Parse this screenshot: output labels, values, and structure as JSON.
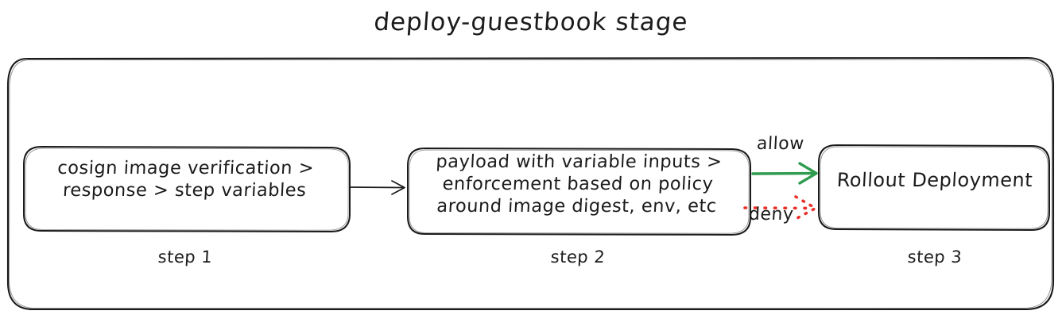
{
  "diagram": {
    "title": "deploy-guestbook stage",
    "colors": {
      "stroke": "#1b1b1b",
      "allow_arrow": "#2e9b4e",
      "deny_arrow": "#e8312a",
      "background": "#ffffff"
    },
    "boxes": [
      {
        "id": "step1",
        "text": "cosign image verification > response > step variables",
        "step_label": "step 1"
      },
      {
        "id": "step2",
        "text": "payload with variable inputs > enforcement based on policy around image digest, env, etc",
        "step_label": "step 2"
      },
      {
        "id": "step3",
        "text": "Rollout Deployment",
        "step_label": "step 3"
      }
    ],
    "edges": [
      {
        "id": "step1-to-step2",
        "label": "",
        "style": "solid",
        "color": "#1b1b1b"
      },
      {
        "id": "allow-edge",
        "label": "allow",
        "style": "solid",
        "color": "#2e9b4e"
      },
      {
        "id": "deny-edge",
        "label": "deny",
        "style": "dotted",
        "color": "#e8312a"
      }
    ]
  }
}
